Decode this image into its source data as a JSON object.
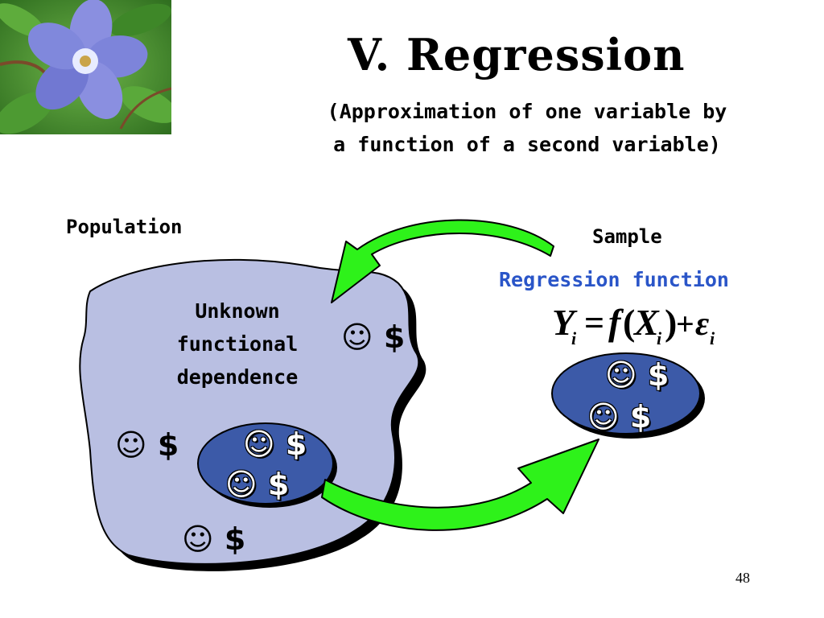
{
  "slide": {
    "title": "V.  Regression",
    "subtitle_lines": [
      "(Approximation of one variable by",
      "a function of a second variable)"
    ],
    "page_number": "48"
  },
  "population": {
    "label": "Population",
    "description": "Unknown functional dependence",
    "pairs_outside": [
      "☺ $",
      "☺ $",
      "☺ $"
    ],
    "pairs_inside_sample": [
      "☺ $",
      "☺ $"
    ]
  },
  "sample": {
    "label": "Sample",
    "function_label": "Regression function",
    "equation": {
      "lhs": "Y",
      "lhs_sub": "i",
      "eq": "=",
      "f": "f",
      "arg": "X",
      "arg_sub": "i",
      "plus": "+",
      "err": "ε",
      "err_sub": "i"
    },
    "pairs": [
      "☺ $",
      "☺ $"
    ]
  },
  "colors": {
    "population_fill": "#b9bfe2",
    "sample_fill": "#3c5aa8",
    "arrow_fill": "#2ef21a",
    "label_blue": "#2a55c8"
  },
  "icons": [
    "flower-photo",
    "smiley-icon",
    "dollar-icon",
    "curved-arrow-icon"
  ]
}
